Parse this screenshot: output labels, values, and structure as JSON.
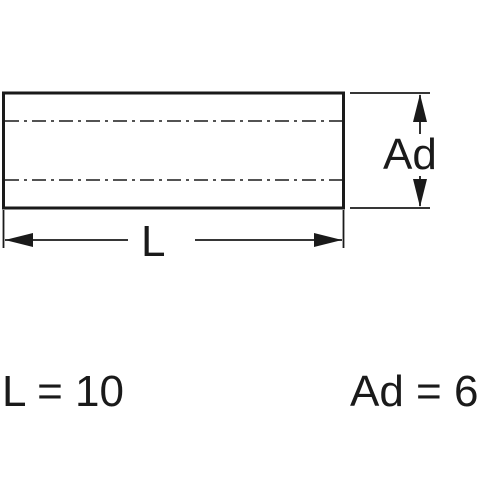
{
  "diagram": {
    "length_label": "L",
    "diameter_label": "Ad"
  },
  "values": {
    "length_text": "L = 10",
    "diameter_text": "Ad = 6"
  },
  "colors": {
    "stroke": "#1a1a1a",
    "background": "#ffffff"
  }
}
